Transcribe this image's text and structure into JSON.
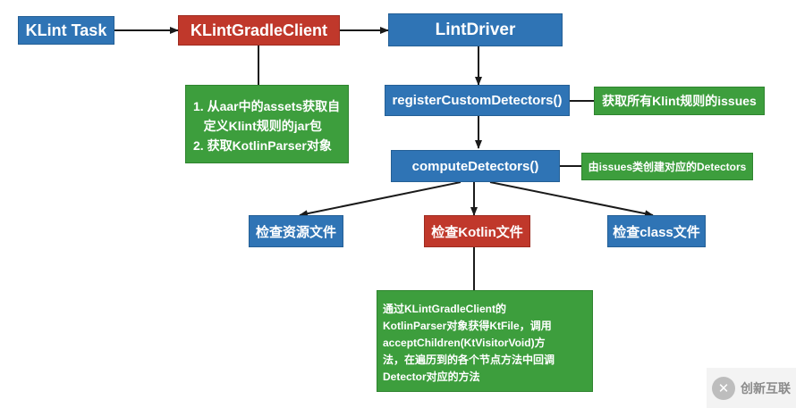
{
  "colors": {
    "blue": "#2f74b5",
    "red": "#c0382b",
    "green": "#3d9e3d",
    "arrow": "#1a1a1a"
  },
  "nodes": {
    "klint_task": "KLint Task",
    "klint_gradle_client": "KLintGradleClient",
    "lint_driver": "LintDriver",
    "register_custom_detectors": "registerCustomDetectors()",
    "compute_detectors": "computeDetectors()",
    "check_resource_files": "检查资源文件",
    "check_kotlin_files": "检查Kotlin文件",
    "check_class_files": "检查class文件"
  },
  "notes": {
    "gradle_client_steps": [
      "1. 从aar中的assets获取自",
      "   定义Klint规则的jar包",
      "2. 获取KotlinParser对象"
    ],
    "register_note": "获取所有Klint规则的issues",
    "compute_note": "由issues类创建对应的Detectors",
    "kotlin_note": [
      "通过KLintGradleClient的",
      "KotlinParser对象获得KtFile，调用",
      "acceptChildren(KtVisitorVoid)方",
      "法，在遍历到的各个节点方法中回调",
      "Detector对应的方法"
    ]
  },
  "watermark": {
    "logo_icon": "cx-logo-icon",
    "text": "创新互联"
  }
}
